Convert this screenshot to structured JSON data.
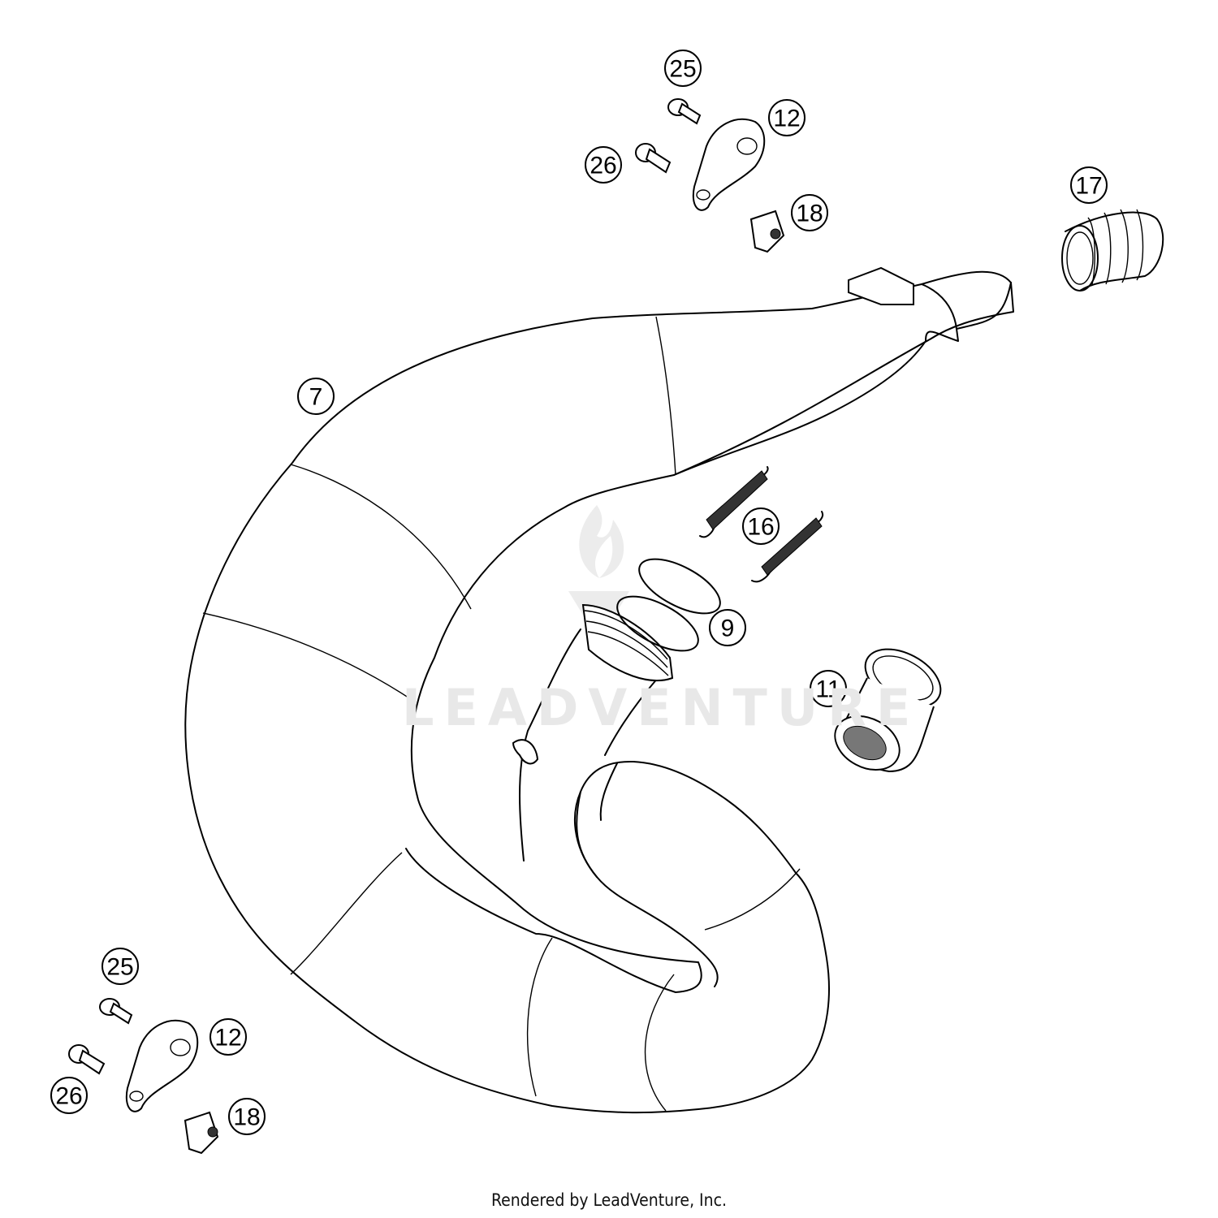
{
  "diagram": {
    "watermark_text": "LEADVENTURE",
    "footer_text": "Rendered by LeadVenture, Inc.",
    "callouts": {
      "c25_top": "25",
      "c12_top": "12",
      "c26_top": "26",
      "c18_top": "18",
      "c17": "17",
      "c7": "7",
      "c16": "16",
      "c9": "9",
      "c11": "11",
      "c25_bottom": "25",
      "c12_bottom": "12",
      "c26_bottom": "26",
      "c18_bottom": "18"
    }
  }
}
